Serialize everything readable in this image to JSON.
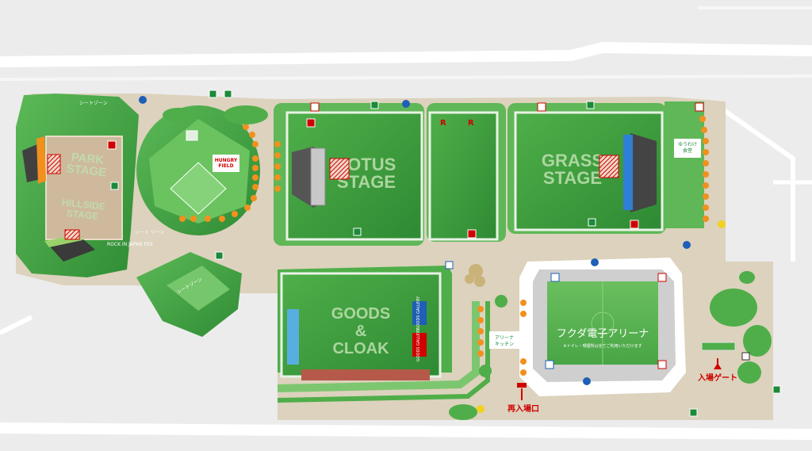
{
  "stages": {
    "park": "PARK\nSTAGE",
    "hillside": "HILLSIDE\nSTAGE",
    "lotus": "LOTUS\nSTAGE",
    "grass": "GRASS\nSTAGE",
    "goods": "GOODS\n&\nCLOAK"
  },
  "labels": {
    "seat_zone_1": "シートゾーン",
    "seat_zone_2": "シート\nゾーン",
    "seat_zone_3": "シートゾーン",
    "rock_in_japan": "ROCK IN JAPAN FES",
    "hungry_field": "HUNGRY\nFIELD",
    "arena_name": "フクダ電子アリーナ",
    "arena_sub": "※トイレ・喫煙所は全てご利用いただけます",
    "arena_kitchen": "アリーナ\nキッチン",
    "entrance_gate": "入場ゲート",
    "reentry": "再入場口",
    "goods_gallery": "GOODS\nGALLERY",
    "yuuzuke": "ゆうわけ\n食堂"
  },
  "colors": {
    "background": "#ececec",
    "ground": "#dcd2bd",
    "grass_dark": "#3f9d3f",
    "grass_mid": "#4fb34a",
    "grass_light": "#7cc66f",
    "food": "#f2901e",
    "accent_red": "#d00000",
    "blue_sign": "#1f5fb5"
  }
}
